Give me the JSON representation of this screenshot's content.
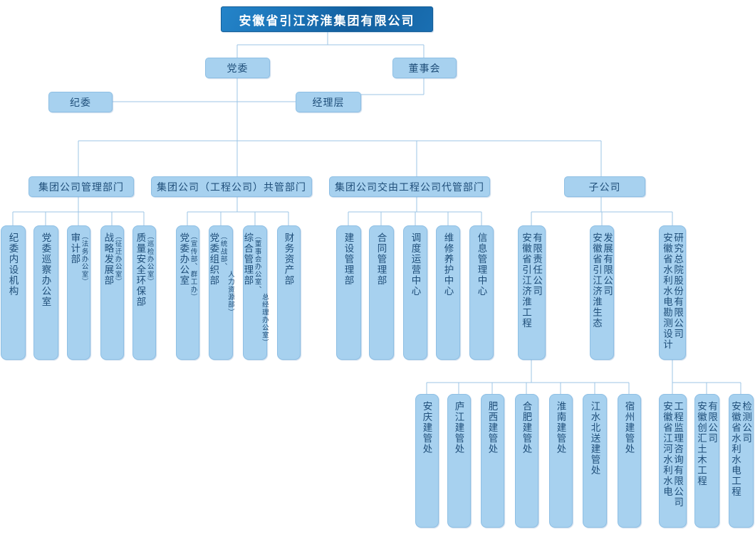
{
  "root": {
    "title": "安徽省引江济淮集团有限公司"
  },
  "level2": {
    "party_committee": "党委",
    "board_of_directors": "董事会",
    "discipline_committee": "纪委",
    "management_team": "经理层"
  },
  "groups": [
    {
      "label": "集团公司管理部门",
      "children": [
        {
          "lines": [
            "纪委内设机构"
          ]
        },
        {
          "lines": [
            "党委巡察办公室"
          ]
        },
        {
          "lines": [
            "审计部",
            "（法务办公室）"
          ]
        },
        {
          "lines": [
            "战略发展部",
            "（征迁办公室）"
          ]
        },
        {
          "lines": [
            "质量安全环保部",
            "（巡检办公室）"
          ]
        }
      ]
    },
    {
      "label": "集团公司（工程公司）共管部门",
      "children": [
        {
          "lines": [
            "党委办公室",
            "（宣传部、群工办）"
          ]
        },
        {
          "lines": [
            "党委组织部",
            "（统战部、",
            "　　　　　人力资源部）"
          ]
        },
        {
          "lines": [
            "综合管理部",
            "（董事会办公室、",
            "　　　　　　　　总经理办公室）"
          ]
        },
        {
          "lines": [
            "财务资产部"
          ]
        }
      ]
    },
    {
      "label": "集团公司交由工程公司代管部门",
      "children": [
        {
          "lines": [
            "建设管理部"
          ]
        },
        {
          "lines": [
            "合同管理部"
          ]
        },
        {
          "lines": [
            "调度运营中心"
          ]
        },
        {
          "lines": [
            "维修养护中心"
          ]
        },
        {
          "lines": [
            "信息管理中心"
          ]
        }
      ]
    },
    {
      "label": "子公司",
      "children": [
        {
          "lines": [
            "安徽省引江济淮工程",
            "有限责任公司"
          ]
        },
        {
          "lines": [
            "安徽省引江济淮生态",
            "发展有限公司"
          ]
        },
        {
          "lines": [
            "安徽省水利水电勘测设计",
            "研究总院股份有限公司"
          ]
        }
      ]
    }
  ],
  "sub_rows": [
    {
      "children": [
        {
          "lines": [
            "安庆建管处"
          ]
        },
        {
          "lines": [
            "庐江建管处"
          ]
        },
        {
          "lines": [
            "肥西建管处"
          ]
        },
        {
          "lines": [
            "合肥建管处"
          ]
        },
        {
          "lines": [
            "淮南建管处"
          ]
        },
        {
          "lines": [
            "江水北送建管处"
          ]
        },
        {
          "lines": [
            "宿州建管处"
          ]
        }
      ]
    },
    {
      "children": [
        {
          "lines": [
            "安徽省江河水利水电",
            "工程监理咨询有限公司"
          ]
        },
        {
          "lines": [
            "安徽创汇土木工程",
            "有限公司"
          ]
        },
        {
          "lines": [
            "安徽省水利水电工程",
            "检测公司"
          ]
        }
      ]
    }
  ]
}
